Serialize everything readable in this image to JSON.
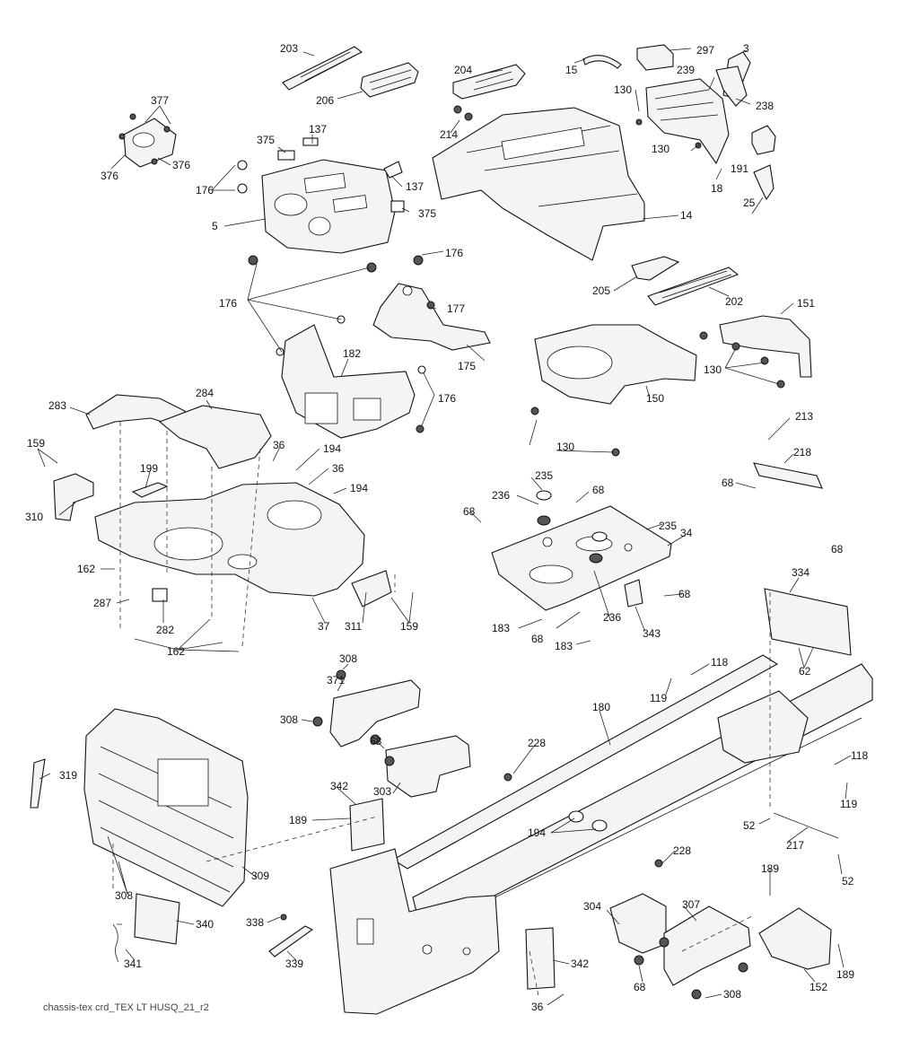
{
  "diagram": {
    "caption": "chassis-tex crd_TEX LT HUSQ_21_r2",
    "callouts": [
      "203",
      "297",
      "3",
      "15",
      "206",
      "204",
      "239",
      "377",
      "130",
      "238",
      "137",
      "214",
      "375",
      "376",
      "191",
      "176",
      "137",
      "130",
      "18",
      "5",
      "375",
      "14",
      "25",
      "176",
      "205",
      "202",
      "176",
      "151",
      "177",
      "182",
      "175",
      "130",
      "176",
      "150",
      "283",
      "284",
      "213",
      "159",
      "36",
      "130",
      "194",
      "199",
      "36",
      "218",
      "235",
      "310",
      "194",
      "236",
      "68",
      "68",
      "68",
      "235",
      "34",
      "162",
      "287",
      "282",
      "311",
      "159",
      "37",
      "183",
      "68",
      "236",
      "68",
      "343",
      "162",
      "183",
      "334",
      "308",
      "118",
      "371",
      "119",
      "62",
      "180",
      "308",
      "68",
      "228",
      "118",
      "319",
      "342",
      "303",
      "119",
      "189",
      "194",
      "52",
      "217",
      "309",
      "228",
      "52",
      "308",
      "340",
      "338",
      "304",
      "307",
      "189",
      "341",
      "339",
      "342",
      "152",
      "68",
      "308",
      "189",
      "36"
    ]
  }
}
